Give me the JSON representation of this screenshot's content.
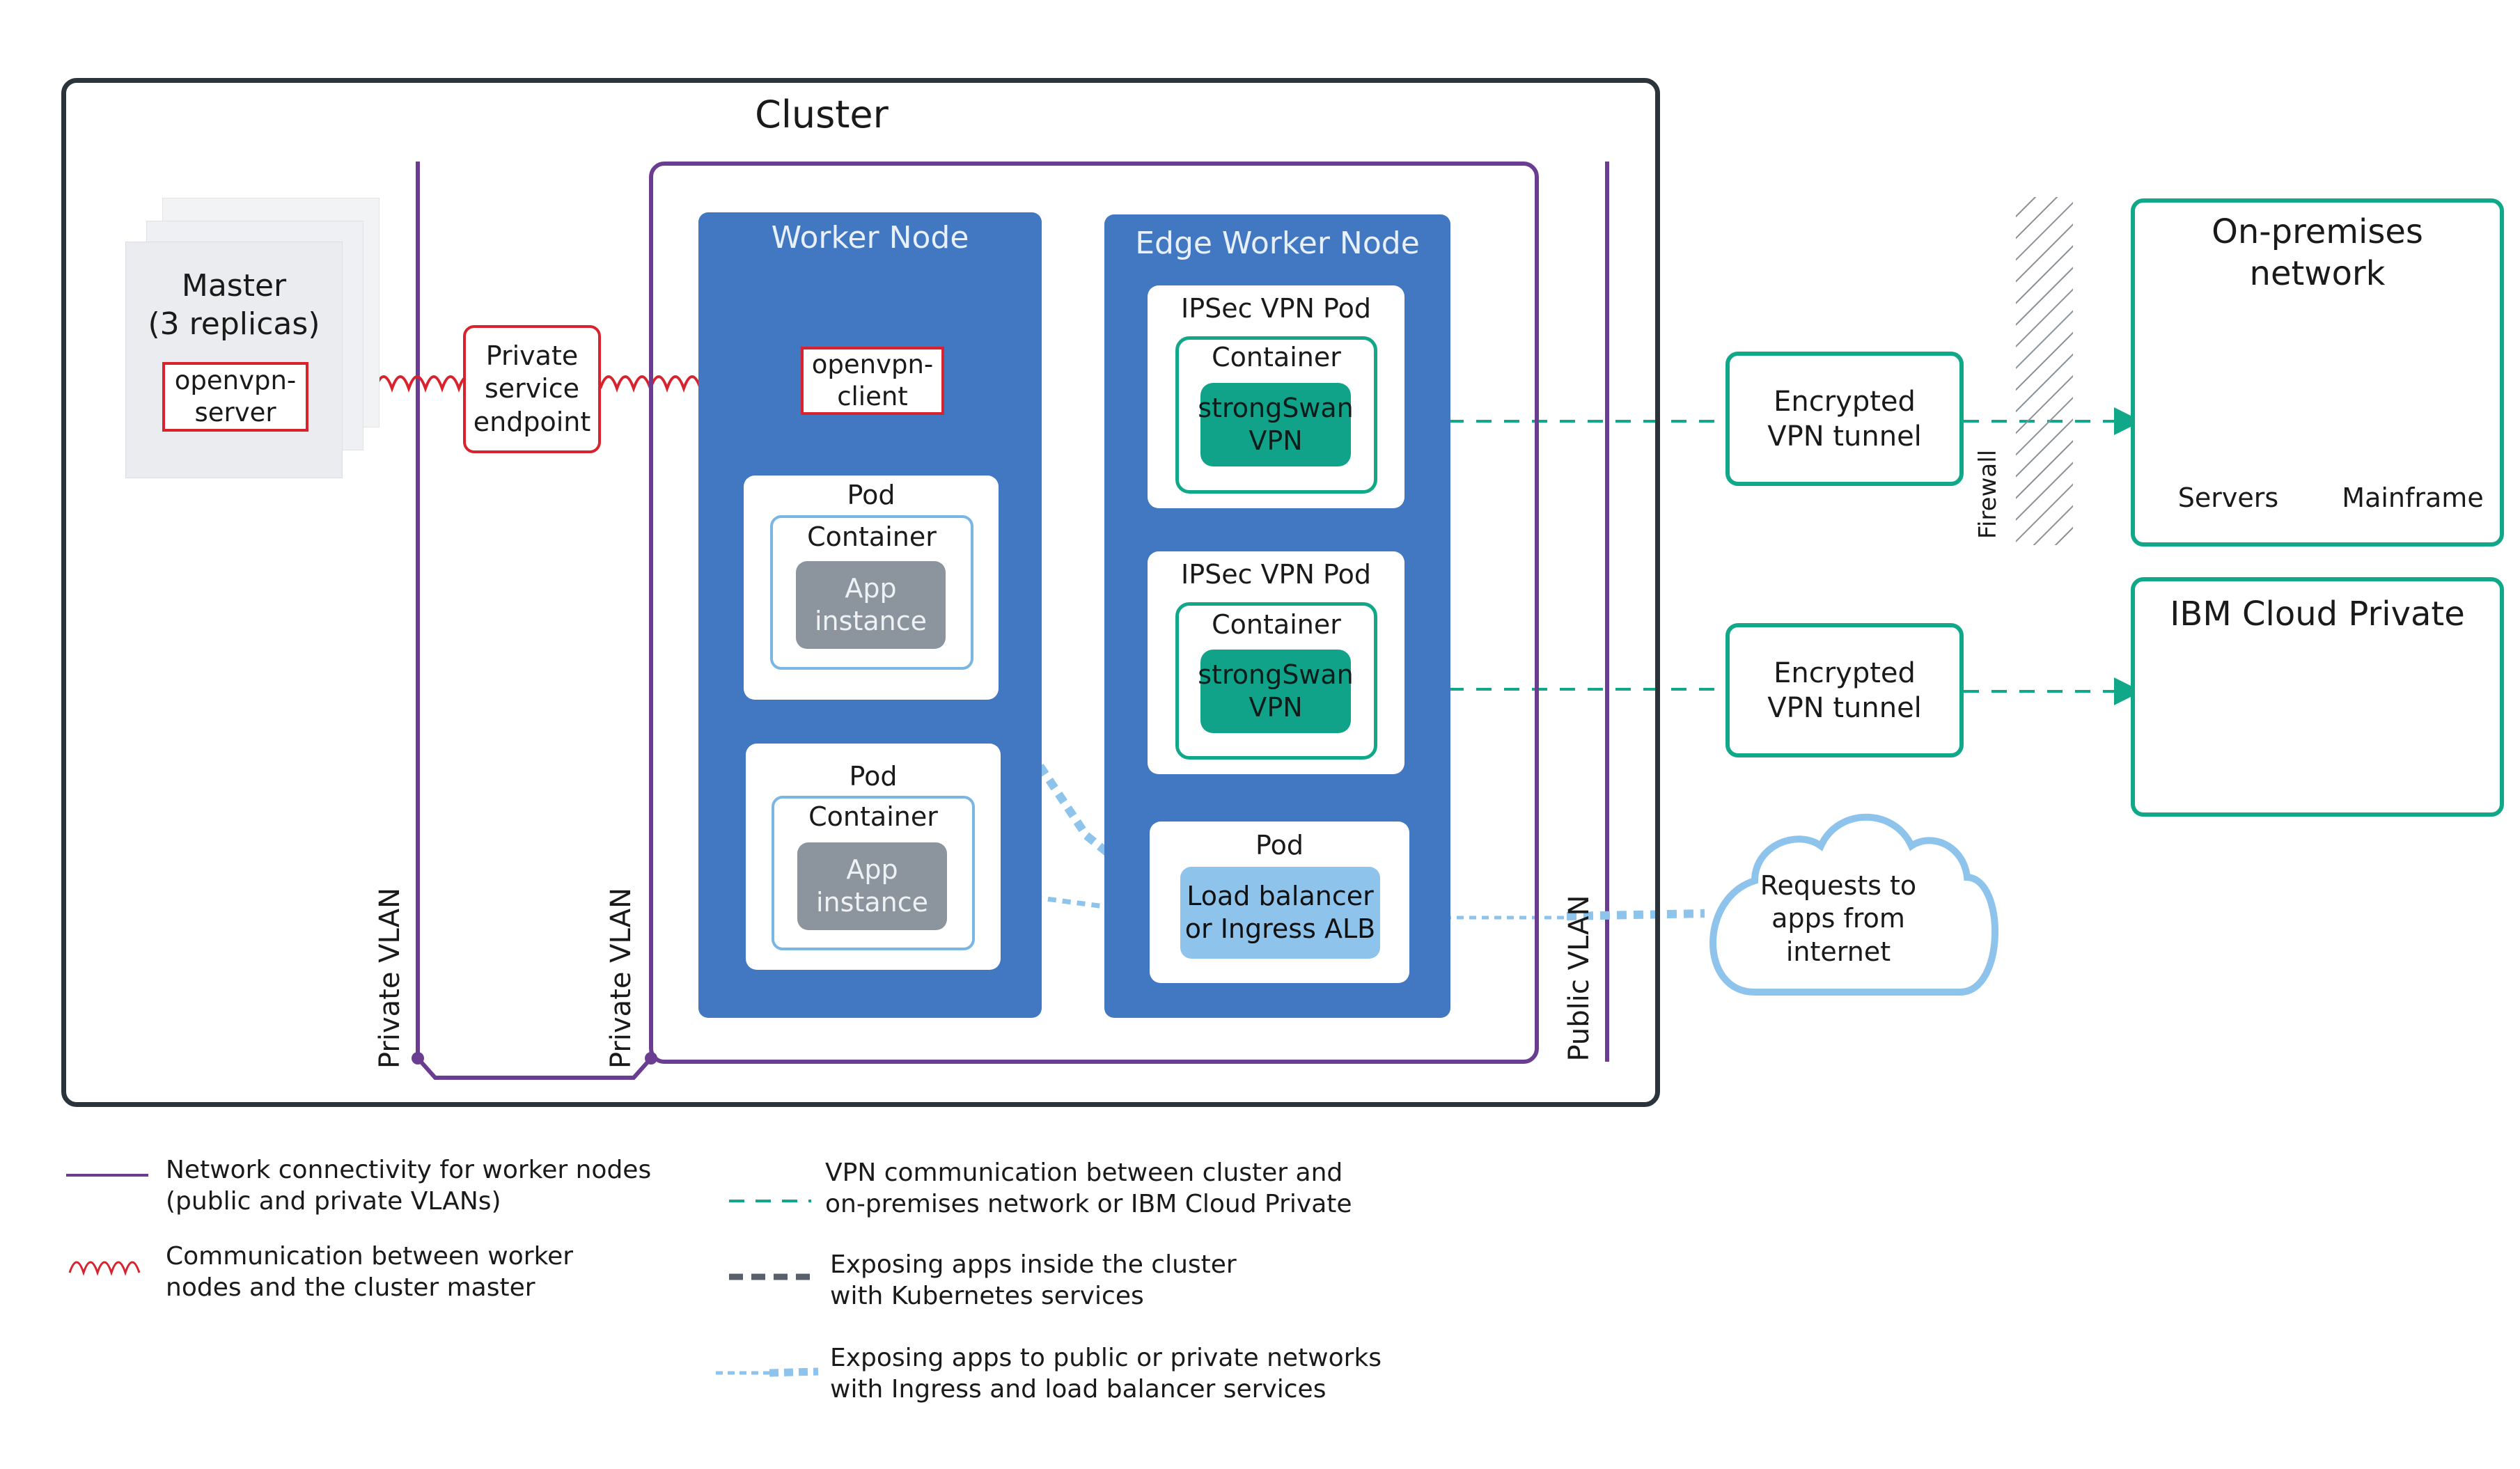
{
  "cluster": {
    "title": "Cluster"
  },
  "master": {
    "label": "Master\n(3 replicas)",
    "openvpn_server": "openvpn-\nserver"
  },
  "private_endpoint": {
    "label": "Private\nservice\nendpoint"
  },
  "vlans": {
    "private_left": "Private VLAN",
    "private_right": "Private VLAN",
    "public": "Public VLAN"
  },
  "worker_node": {
    "title": "Worker Node",
    "openvpn_client": "openvpn-\nclient",
    "pods": [
      {
        "title": "Pod",
        "container": "Container",
        "app": "App\ninstance"
      },
      {
        "title": "Pod",
        "container": "Container",
        "app": "App\ninstance"
      }
    ]
  },
  "edge_node": {
    "title": "Edge Worker Node",
    "ipsec_pods": [
      {
        "title": "IPSec VPN Pod",
        "container": "Container",
        "vpn": "strongSwan\nVPN"
      },
      {
        "title": "IPSec VPN Pod",
        "container": "Container",
        "vpn": "strongSwan\nVPN"
      }
    ],
    "lb_pod": {
      "title": "Pod",
      "lb": "Load balancer\nor Ingress ALB"
    }
  },
  "tunnels": [
    {
      "label": "Encrypted\nVPN tunnel"
    },
    {
      "label": "Encrypted\nVPN tunnel"
    }
  ],
  "firewall": {
    "label": "Firewall"
  },
  "onprem": {
    "title": "On-premises\nnetwork",
    "servers": "Servers",
    "mainframe": "Mainframe"
  },
  "ibm_cloud": {
    "title": "IBM Cloud Private"
  },
  "internet": {
    "label": "Requests to\napps from\ninternet"
  },
  "legend": [
    {
      "text": "Network connectivity for worker nodes\n(public and private VLANs)"
    },
    {
      "text": "Communication between worker\nnodes and the cluster master"
    },
    {
      "text": "VPN communication between cluster and\non-premises network or IBM Cloud Private"
    },
    {
      "text": "Exposing apps inside the cluster\nwith Kubernetes services"
    },
    {
      "text": "Exposing apps to public or private networks\nwith Ingress and load balancer services"
    }
  ],
  "colors": {
    "vlan": "#6b3d91",
    "node": "#4277c1",
    "vpn_teal": "#11a88a",
    "master_link_red": "#d8222e",
    "k8s_service_dark": "#59606a",
    "ingress_light_blue": "#8ec3ec"
  }
}
